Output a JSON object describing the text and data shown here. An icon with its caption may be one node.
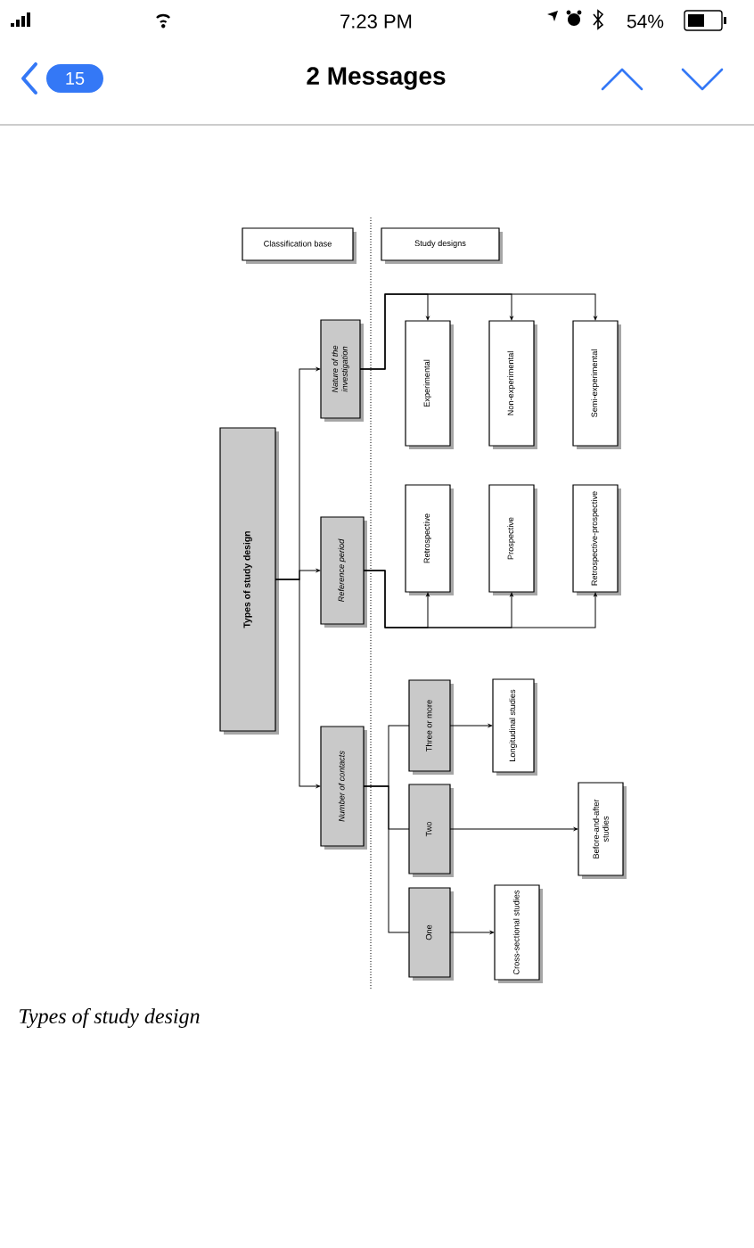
{
  "diagram": {
    "caption": "Types of study design",
    "nodes": [
      {
        "text": [
          "Classification base"
        ]
      },
      {
        "text": [
          "Study designs"
        ]
      },
      {
        "text": [
          "Types of study design"
        ]
      },
      {
        "text": [
          "Nature of the investigation"
        ]
      },
      {
        "text": [
          "Reference period"
        ]
      },
      {
        "text": [
          "Number of contacts"
        ]
      },
      {
        "text": [
          "Experimental"
        ]
      },
      {
        "text": [
          "Non-experimental"
        ]
      },
      {
        "text": [
          "Semi-experimental"
        ]
      },
      {
        "text": [
          "Retrospective"
        ]
      },
      {
        "text": [
          "Prospective"
        ]
      },
      {
        "text": [
          "Retrospective-prospective"
        ]
      },
      {
        "text": [
          "Three or more"
        ]
      },
      {
        "text": [
          "Two"
        ]
      },
      {
        "text": [
          "One"
        ]
      },
      {
        "text": [
          "Longitudinal studies"
        ]
      },
      {
        "text": [
          "Before-and-after studies"
        ]
      },
      {
        "text": [
          "Cross-sectional studies"
        ]
      }
    ],
    "edges": [
      {
        "from": 2,
        "to": 3,
        "arrow": "to"
      },
      {
        "from": 2,
        "to": 4,
        "arrow": "to"
      },
      {
        "from": 2,
        "to": 5,
        "arrow": "to"
      },
      {
        "from": 3,
        "to": 6,
        "arrow": "to"
      },
      {
        "from": 3,
        "to": 7,
        "arrow": "to"
      },
      {
        "from": 3,
        "to": 8,
        "arrow": "to"
      },
      {
        "from": 4,
        "to": 9,
        "arrow": "to"
      },
      {
        "from": 4,
        "to": 10,
        "arrow": "to"
      },
      {
        "from": 4,
        "to": 11,
        "arrow": "to"
      },
      {
        "from": 5,
        "to": 12,
        "arrow": "none"
      },
      {
        "from": 5,
        "to": 13,
        "arrow": "none"
      },
      {
        "from": 5,
        "to": 14,
        "arrow": "none"
      },
      {
        "from": 12,
        "to": 15,
        "arrow": "to"
      },
      {
        "from": 13,
        "to": 16,
        "arrow": "to"
      },
      {
        "from": 14,
        "to": 17,
        "arrow": "to"
      }
    ],
    "labels": [
      "7:23 PM",
      "54%",
      "15",
      "2 Messages"
    ]
  }
}
